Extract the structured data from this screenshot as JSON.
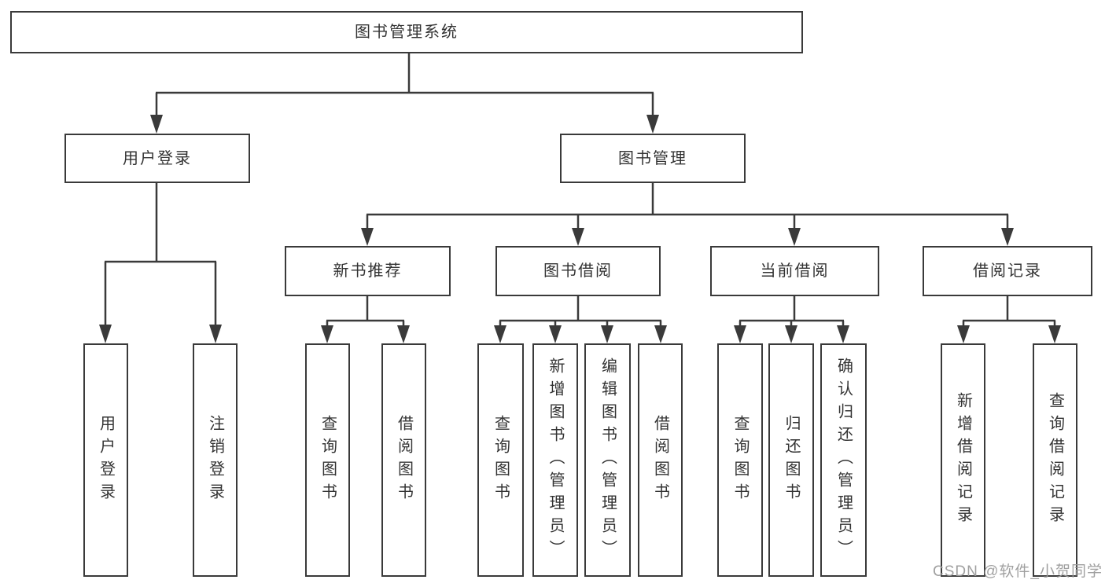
{
  "diagram": {
    "root": {
      "label": "图书管理系统"
    },
    "level1": [
      "用户登录",
      "图书管理"
    ],
    "level2": [
      "新书推荐",
      "图书借阅",
      "当前借阅",
      "借阅记录"
    ],
    "leaves": {
      "user_login": [
        "用户登录",
        "注销登录"
      ],
      "new_book_recommend": [
        "查询图书",
        "借阅图书"
      ],
      "book_borrow": [
        "查询图书",
        "新增图书（管理员）",
        "编辑图书（管理员）",
        "借阅图书"
      ],
      "current_borrow": [
        "查询图书",
        "归还图书",
        "确认归还（管理员）"
      ],
      "borrow_records": [
        "新增借阅记录",
        "查询借阅记录"
      ]
    },
    "watermark": "CSDN @软件_小贺同学",
    "colors": {
      "line": "#3a3a3a",
      "text": "#333333",
      "watermark": "#9b9b9b",
      "background": "#ffffff"
    }
  }
}
